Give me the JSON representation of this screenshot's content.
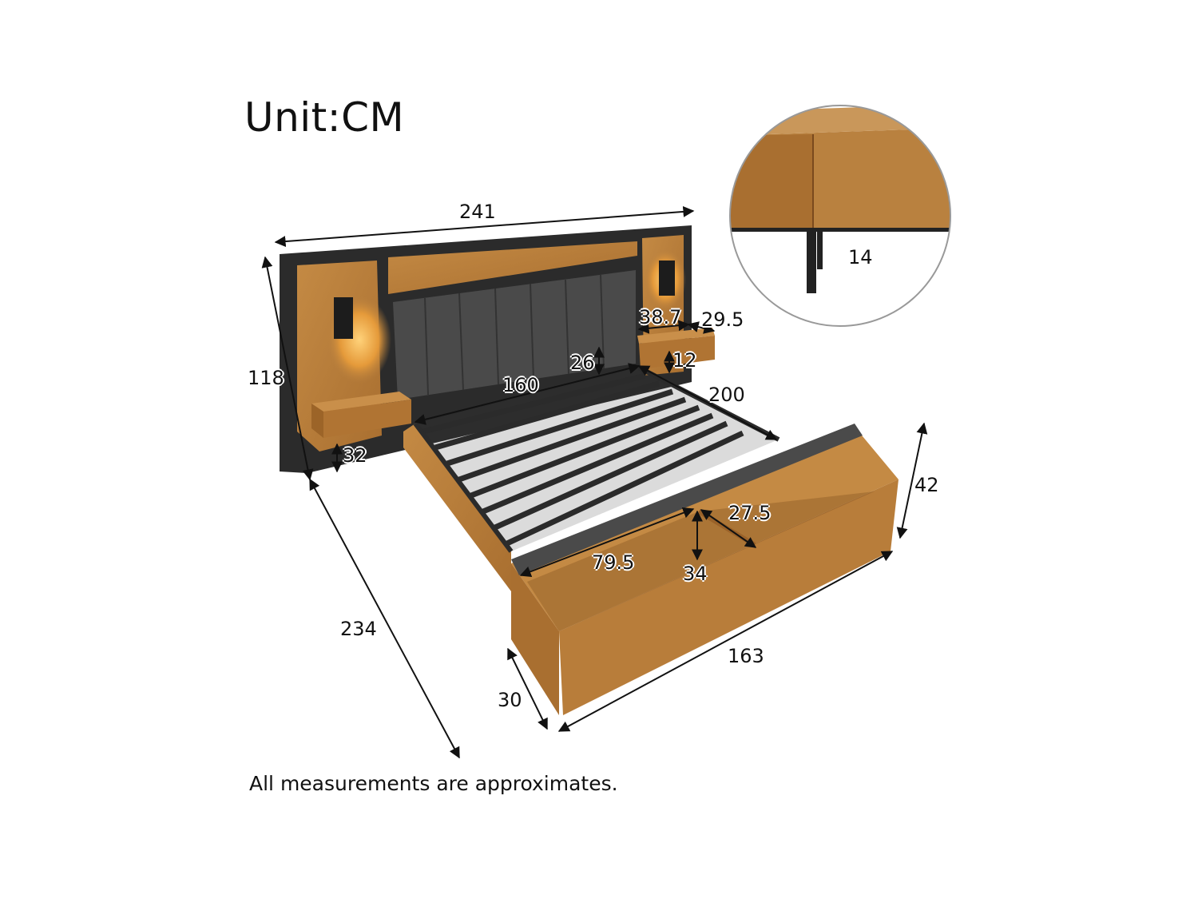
{
  "header": {
    "unit_label": "Unit:CM"
  },
  "footer": {
    "note": "All measurements are approximates."
  },
  "dimensions": {
    "headboard_width": "241",
    "headboard_height": "118",
    "nightstand_height": "32",
    "panel_height": "26",
    "slat_width": "160",
    "frame_length": "200",
    "total_length": "234",
    "drawer_depth": "30",
    "footboard_width": "163",
    "footboard_height": "42",
    "storage_left_width": "79.5",
    "storage_depth": "34",
    "storage_right_width": "27.5",
    "shelf_width": "38.7",
    "shelf_depth": "29.5",
    "shelf_gap": "12",
    "detail_thickness": "14"
  },
  "colors": {
    "wood": "#b9813f",
    "wood_dark": "#96612a",
    "metal": "#2b2b2b",
    "fabric": "#4a4a4a",
    "lamp": "#ffb04a"
  }
}
